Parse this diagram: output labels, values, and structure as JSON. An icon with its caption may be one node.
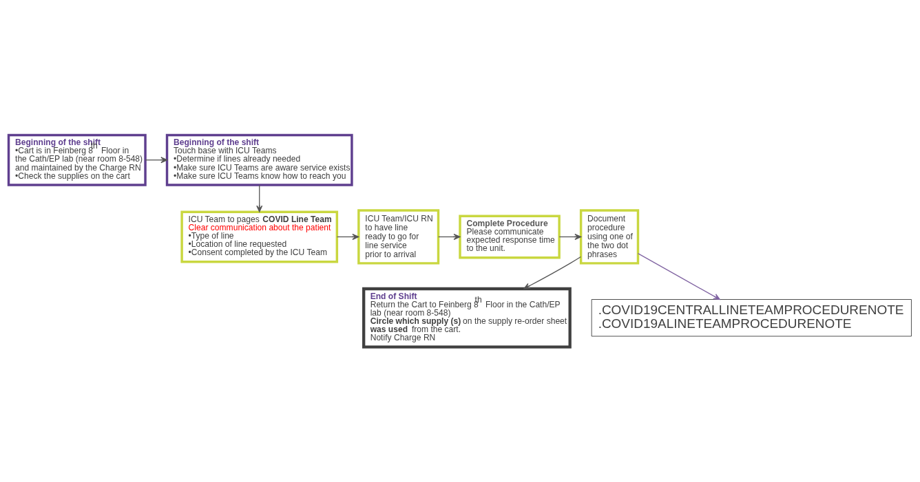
{
  "diagram": {
    "nodes": [
      {
        "text": [
          "Beginning of the shift",
          "•Cart is in Feinberg 8$^{th}$ Floor in the Cath/EP lab (near room 8-548) and maintained by the Charge RN",
          "•Check the supplies on the cart"
        ]
      },
      {
        "text": [
          "Beginning of the shift",
          "Touch base with ICU Teams",
          "•Determine if lines already needed",
          "•Make sure ICU Teams are aware service exists",
          "•Make sure ICU Teams know how to reach you"
        ]
      },
      {
        "text": [
          "ICU Team to pages **COVID Line Team**",
          "Clear communication about the patient",
          "•Type of line",
          "•Location of line requested",
          "•Consent completed by the ICU Team"
        ]
      },
      {
        "text": [
          "ICU Team/ICU RN to have line ready to go for line service prior to arrival"
        ]
      },
      {
        "text": [
          "Complete Procedure",
          "Please communicate expected response time to the unit."
        ]
      },
      {
        "text": [
          "Document procedure using one of the two dot phrases"
        ]
      },
      {
        "text": [
          "End of Shift",
          "Return the Cart to Feinberg 8$^{th}$ Floor in the Cath/EP lab (near room 8-548)",
          "**Circle which supply (s)** on the supply re-order sheet **was used** from the cart.",
          "Notify Charge RN"
        ]
      },
      {
        "text": [
          ".COVID19CENTRALLINETEAMPROCEDURENOTE",
          ".COVID19ALINETEAMPROCEDURENOTE"
        ]
      }
    ],
    "edges": [
      {
        "from": 0,
        "to": 1,
        "arrow": "to"
      },
      {
        "from": 1,
        "to": 2,
        "arrow": "to"
      },
      {
        "from": 2,
        "to": 3,
        "arrow": "to"
      },
      {
        "from": 3,
        "to": 4,
        "arrow": "to"
      },
      {
        "from": 4,
        "to": 5,
        "arrow": "to"
      },
      {
        "from": 5,
        "to": 6,
        "arrow": "to"
      },
      {
        "from": 5,
        "to": 7,
        "arrow": "to",
        "color": "#8064a2"
      }
    ]
  }
}
